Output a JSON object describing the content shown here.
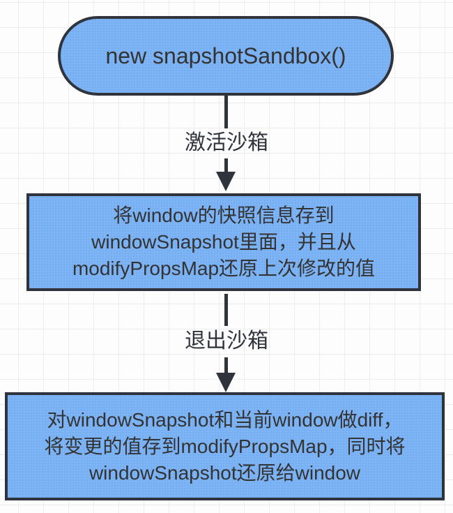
{
  "diagram": {
    "start_node": {
      "label": "new snapshotSandbox()"
    },
    "activate_edge": {
      "label": "激活沙箱"
    },
    "snapshot_node": {
      "lines": [
        "将window的快照信息存到",
        "windowSnapshot里面，并且从",
        "modifyPropsMap还原上次修改的值"
      ]
    },
    "exit_edge": {
      "label": "退出沙箱"
    },
    "diff_node": {
      "lines": [
        "对windowSnapshot和当前window做diff，",
        "将变更的值存到modifyPropsMap，同时将",
        "windowSnapshot还原给window"
      ]
    },
    "colors": {
      "node_fill": "#7eb3f5",
      "node_fill_dot": "#6da9ea",
      "node_border": "#2f343c",
      "arrow": "#2f343c",
      "text": "#333333",
      "grid_line": "#ededed",
      "background": "#fdfdfd"
    }
  }
}
